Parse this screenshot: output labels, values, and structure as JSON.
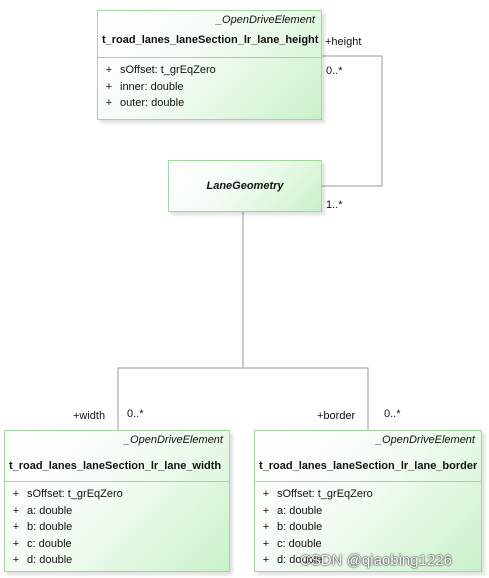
{
  "classes": {
    "height": {
      "stereotype": "_OpenDriveElement",
      "name": "t_road_lanes_laneSection_lr_lane_height",
      "attributes": [
        {
          "vis": "+",
          "text": "sOffset: t_grEqZero"
        },
        {
          "vis": "+",
          "text": "inner: double"
        },
        {
          "vis": "+",
          "text": "outer: double"
        }
      ]
    },
    "geometry": {
      "name": "LaneGeometry"
    },
    "width": {
      "stereotype": "_OpenDriveElement",
      "name": "t_road_lanes_laneSection_lr_lane_width",
      "attributes": [
        {
          "vis": "+",
          "text": "sOffset: t_grEqZero"
        },
        {
          "vis": "+",
          "text": "a: double"
        },
        {
          "vis": "+",
          "text": "b: double"
        },
        {
          "vis": "+",
          "text": "c: double"
        },
        {
          "vis": "+",
          "text": "d: double"
        }
      ]
    },
    "border": {
      "stereotype": "_OpenDriveElement",
      "name": "t_road_lanes_laneSection_lr_lane_border",
      "attributes": [
        {
          "vis": "+",
          "text": "sOffset: t_grEqZero"
        },
        {
          "vis": "+",
          "text": "a: double"
        },
        {
          "vis": "+",
          "text": "b: double"
        },
        {
          "vis": "+",
          "text": "c: double"
        },
        {
          "vis": "+",
          "text": "d: double"
        }
      ]
    }
  },
  "associations": {
    "height_role": "+height",
    "height_mult": "0..*",
    "geometry_mult": "1..*",
    "width_role": "+width",
    "width_mult": "0..*",
    "border_role": "+border",
    "border_mult": "0..*"
  },
  "watermark": "CSDN @qiaobing1226"
}
